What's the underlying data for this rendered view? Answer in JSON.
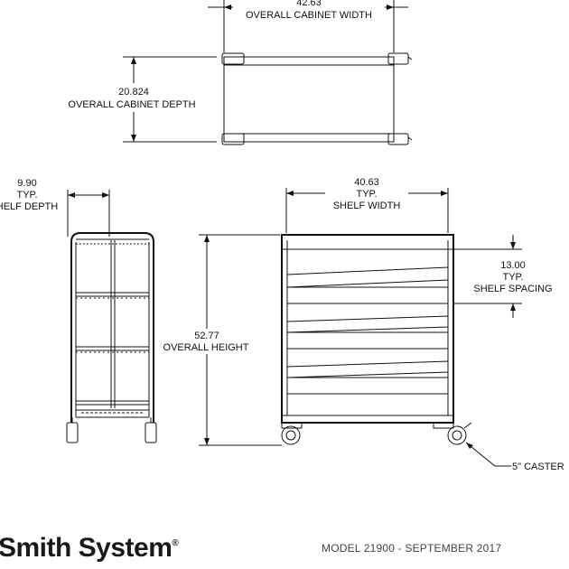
{
  "top_view": {
    "width_value": "42.63",
    "width_label": "OVERALL CABINET WIDTH",
    "depth_value": "20.824",
    "depth_label": "OVERALL CABINET DEPTH"
  },
  "side_view": {
    "depth_value": "9.90",
    "depth_typ": "TYP.",
    "depth_label": "HELF DEPTH"
  },
  "front_view": {
    "width_value": "40.63",
    "width_typ": "TYP.",
    "width_label": "SHELF WIDTH",
    "height_value": "52.77",
    "height_label": "OVERALL HEIGHT",
    "spacing_value": "13.00",
    "spacing_typ": "TYP.",
    "spacing_label": "SHELF SPACING",
    "caster_label": "5\" CASTER"
  },
  "footer": {
    "brand": "Smith System",
    "trademark": "®",
    "model_text": "MODEL 21900  - SEPTEMBER 2017"
  }
}
